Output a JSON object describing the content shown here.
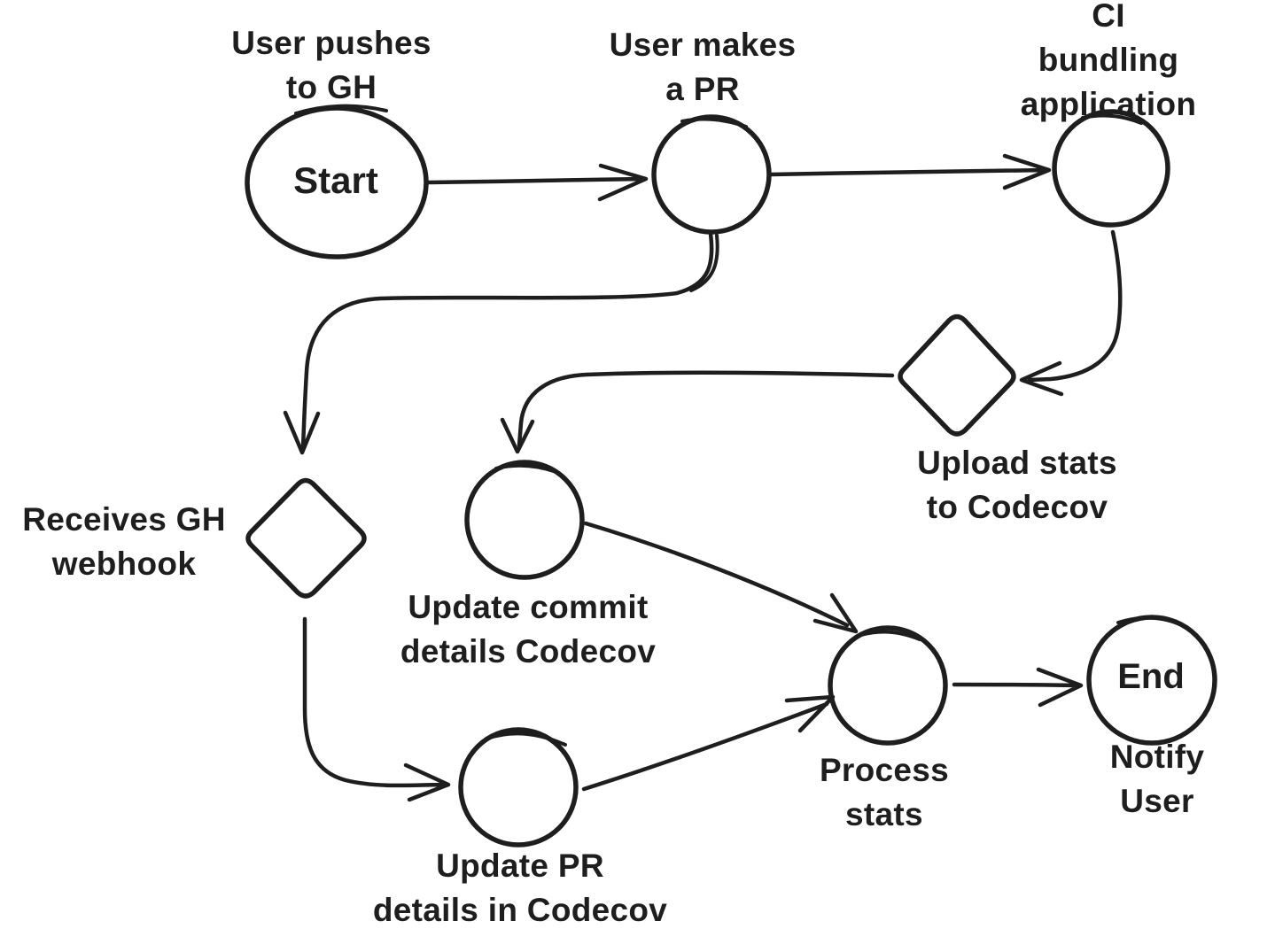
{
  "diagram": {
    "background_color": "#ffffff",
    "stroke_color": "#1e1e1e",
    "style": "hand-drawn-flowchart",
    "nodes": {
      "start": {
        "shape": "ellipse",
        "label": "Start",
        "caption": "User pushes\nto GH",
        "caption_position": "above"
      },
      "user_makes_pr": {
        "shape": "circle",
        "label": "",
        "caption": "User makes\na PR",
        "caption_position": "above"
      },
      "ci_bundling": {
        "shape": "circle",
        "label": "",
        "caption": "CI bundling\napplication",
        "caption_position": "above"
      },
      "upload_stats": {
        "shape": "diamond",
        "label": "",
        "caption": "Upload stats\nto Codecov",
        "caption_position": "below"
      },
      "receives_webhook": {
        "shape": "diamond",
        "label": "",
        "caption": "Receives GH\nwebhook",
        "caption_position": "left"
      },
      "update_commit": {
        "shape": "circle",
        "label": "",
        "caption": "Update commit\ndetails Codecov",
        "caption_position": "below"
      },
      "update_pr": {
        "shape": "circle",
        "label": "",
        "caption": "Update PR\ndetails in Codecov",
        "caption_position": "below"
      },
      "process_stats": {
        "shape": "circle",
        "label": "",
        "caption": "Process\nstats",
        "caption_position": "below"
      },
      "end": {
        "shape": "circle",
        "label": "End",
        "caption": "Notify User",
        "caption_position": "below"
      }
    },
    "edges": [
      {
        "from": "start",
        "to": "user_makes_pr"
      },
      {
        "from": "user_makes_pr",
        "to": "ci_bundling"
      },
      {
        "from": "ci_bundling",
        "to": "upload_stats"
      },
      {
        "from": "user_makes_pr",
        "to": "receives_webhook"
      },
      {
        "from": "upload_stats",
        "to": "update_commit"
      },
      {
        "from": "receives_webhook",
        "to": "update_pr"
      },
      {
        "from": "update_commit",
        "to": "process_stats"
      },
      {
        "from": "update_pr",
        "to": "process_stats"
      },
      {
        "from": "process_stats",
        "to": "end"
      }
    ]
  }
}
